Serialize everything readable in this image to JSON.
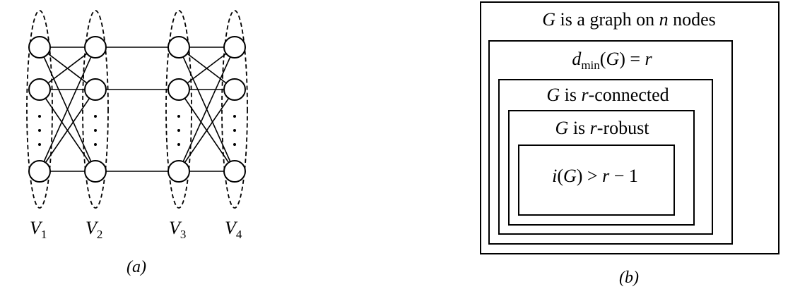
{
  "panel_a": {
    "caption": "(a)",
    "partitions": [
      {
        "name": "V",
        "sub": "1"
      },
      {
        "name": "V",
        "sub": "2"
      },
      {
        "name": "V",
        "sub": "3"
      },
      {
        "name": "V",
        "sub": "4"
      }
    ],
    "vertical_ellipsis": "⋮"
  },
  "panel_b": {
    "caption": "(b)",
    "boxes": [
      {
        "label_parts": [
          {
            "t": "G",
            "i": true
          },
          {
            "t": " is a graph on "
          },
          {
            "t": "n",
            "i": true
          },
          {
            "t": " nodes"
          }
        ]
      },
      {
        "label_parts": [
          {
            "t": "d",
            "i": true
          },
          {
            "t": "min",
            "sub": true
          },
          {
            "t": "("
          },
          {
            "t": "G",
            "i": true
          },
          {
            "t": ") = "
          },
          {
            "t": "r",
            "i": true
          }
        ]
      },
      {
        "label_parts": [
          {
            "t": "G",
            "i": true
          },
          {
            "t": " is "
          },
          {
            "t": "r",
            "i": true
          },
          {
            "t": "-connected"
          }
        ]
      },
      {
        "label_parts": [
          {
            "t": "G",
            "i": true
          },
          {
            "t": " is "
          },
          {
            "t": "r",
            "i": true
          },
          {
            "t": "-robust"
          }
        ]
      },
      {
        "label_parts": [
          {
            "t": "i",
            "i": true
          },
          {
            "t": "("
          },
          {
            "t": "G",
            "i": true
          },
          {
            "t": ") > "
          },
          {
            "t": "r",
            "i": true
          },
          {
            "t": " − 1"
          }
        ]
      }
    ]
  }
}
